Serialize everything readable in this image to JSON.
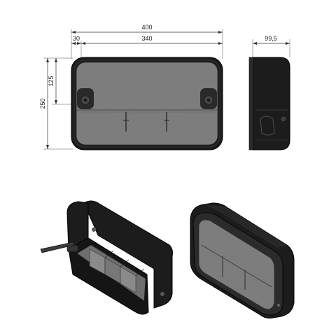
{
  "dimensions": {
    "width_total": "400",
    "width_offset": "30",
    "width_inner": "340",
    "height_total": "250",
    "height_half": "125",
    "depth": "99,5"
  },
  "colors": {
    "housing": "#1c1c1c",
    "window": "#7d7d7d",
    "dimension_line": "#333333"
  }
}
